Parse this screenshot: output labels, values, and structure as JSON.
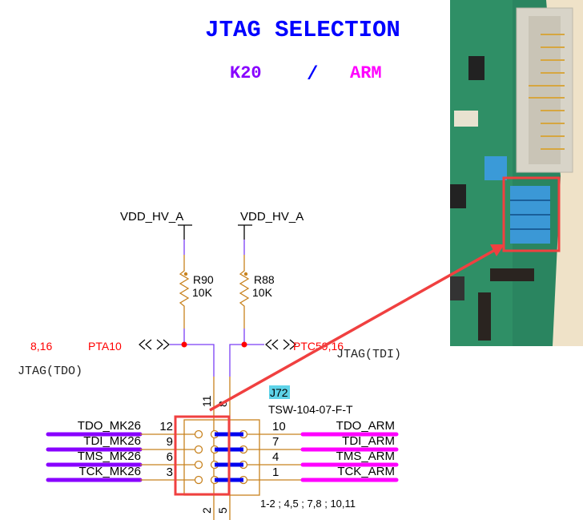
{
  "title": {
    "text": "JTAG SELECTION",
    "color": "#0000ff"
  },
  "subtitle": {
    "left": "K20",
    "separator": "/",
    "right": "ARM",
    "left_color": "#8800ff",
    "right_color": "#ff00ff"
  },
  "power": {
    "left": "VDD_HV_A",
    "right": "VDD_HV_A"
  },
  "resistors": [
    {
      "ref": "R90",
      "value": "10K"
    },
    {
      "ref": "R88",
      "value": "10K"
    }
  ],
  "nets": {
    "left_sheet_ref": "8,16",
    "left_port": "PTA10",
    "left_label": "JTAG(TDO)",
    "right_port": "PTC59,16",
    "right_label": "JTAG(TDI)"
  },
  "connector": {
    "ref": "J72",
    "part": "TSW-104-07-F-T",
    "jumper_note": "1-2 ; 4,5 ;  7,8 ; 10,11",
    "top_pins": [
      "11",
      "8"
    ],
    "bottom_pins": [
      "2",
      "5"
    ],
    "rows": [
      {
        "left_net": "TDO_MK26",
        "left_pin": "12",
        "right_pin": "10",
        "right_net": "TDO_ARM"
      },
      {
        "left_net": "TDI_MK26",
        "left_pin": "9",
        "right_pin": "7",
        "right_net": "TDI_ARM"
      },
      {
        "left_net": "TMS_MK26",
        "left_pin": "6",
        "right_pin": "4",
        "right_net": "TMS_ARM"
      },
      {
        "left_net": "TCK_MK26",
        "left_pin": "3",
        "right_pin": "1",
        "right_net": "TCK_ARM"
      }
    ]
  },
  "colors": {
    "wire": "#7b3ff5",
    "component": "#c8821e",
    "highlight": "#f04040",
    "k20_bus": "#8800ff",
    "arm_bus": "#ff00ff",
    "jumper": "#0000ee",
    "ref_bg": "#5ed3e8",
    "net_red": "#ff0000"
  },
  "photo": {
    "description_icon": "pcb-photo"
  }
}
